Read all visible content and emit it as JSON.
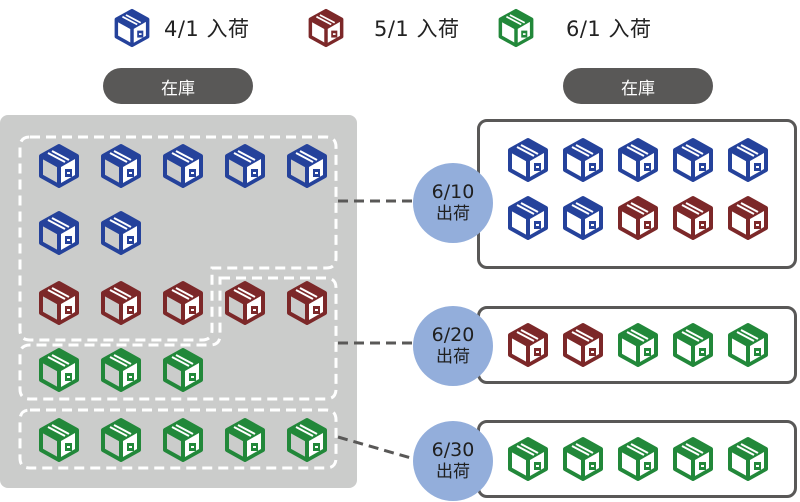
{
  "colors": {
    "blue": "#25429b",
    "red": "#7c2829",
    "green": "#22883a",
    "pill": "#595857",
    "panel": "#cbcccb",
    "circle": "#93aedb",
    "frame": "#595857"
  },
  "legend": [
    {
      "label": "4/1 入荷",
      "color": "blue",
      "icon": "cardboard-box-icon"
    },
    {
      "label": "5/1 入荷",
      "color": "red",
      "icon": "cardboard-box-icon"
    },
    {
      "label": "6/1 入荷",
      "color": "green",
      "icon": "cardboard-box-icon"
    }
  ],
  "stock_left": {
    "label": "在庫",
    "rows": [
      [
        "blue",
        "blue",
        "blue",
        "blue",
        "blue"
      ],
      [
        "blue",
        "blue"
      ],
      [
        "red",
        "red",
        "red",
        "red",
        "red"
      ],
      [
        "green",
        "green",
        "green"
      ],
      [
        "green",
        "green",
        "green",
        "green",
        "green"
      ]
    ]
  },
  "stock_right": {
    "label": "在庫"
  },
  "shipments": [
    {
      "date": "6/10",
      "label": "出荷",
      "rows": [
        [
          "blue",
          "blue",
          "blue",
          "blue",
          "blue"
        ],
        [
          "blue",
          "blue",
          "red",
          "red",
          "red"
        ]
      ]
    },
    {
      "date": "6/20",
      "label": "出荷",
      "rows": [
        [
          "red",
          "red",
          "green",
          "green",
          "green"
        ]
      ]
    },
    {
      "date": "6/30",
      "label": "出荷",
      "rows": [
        [
          "green",
          "green",
          "green",
          "green",
          "green"
        ]
      ]
    }
  ]
}
